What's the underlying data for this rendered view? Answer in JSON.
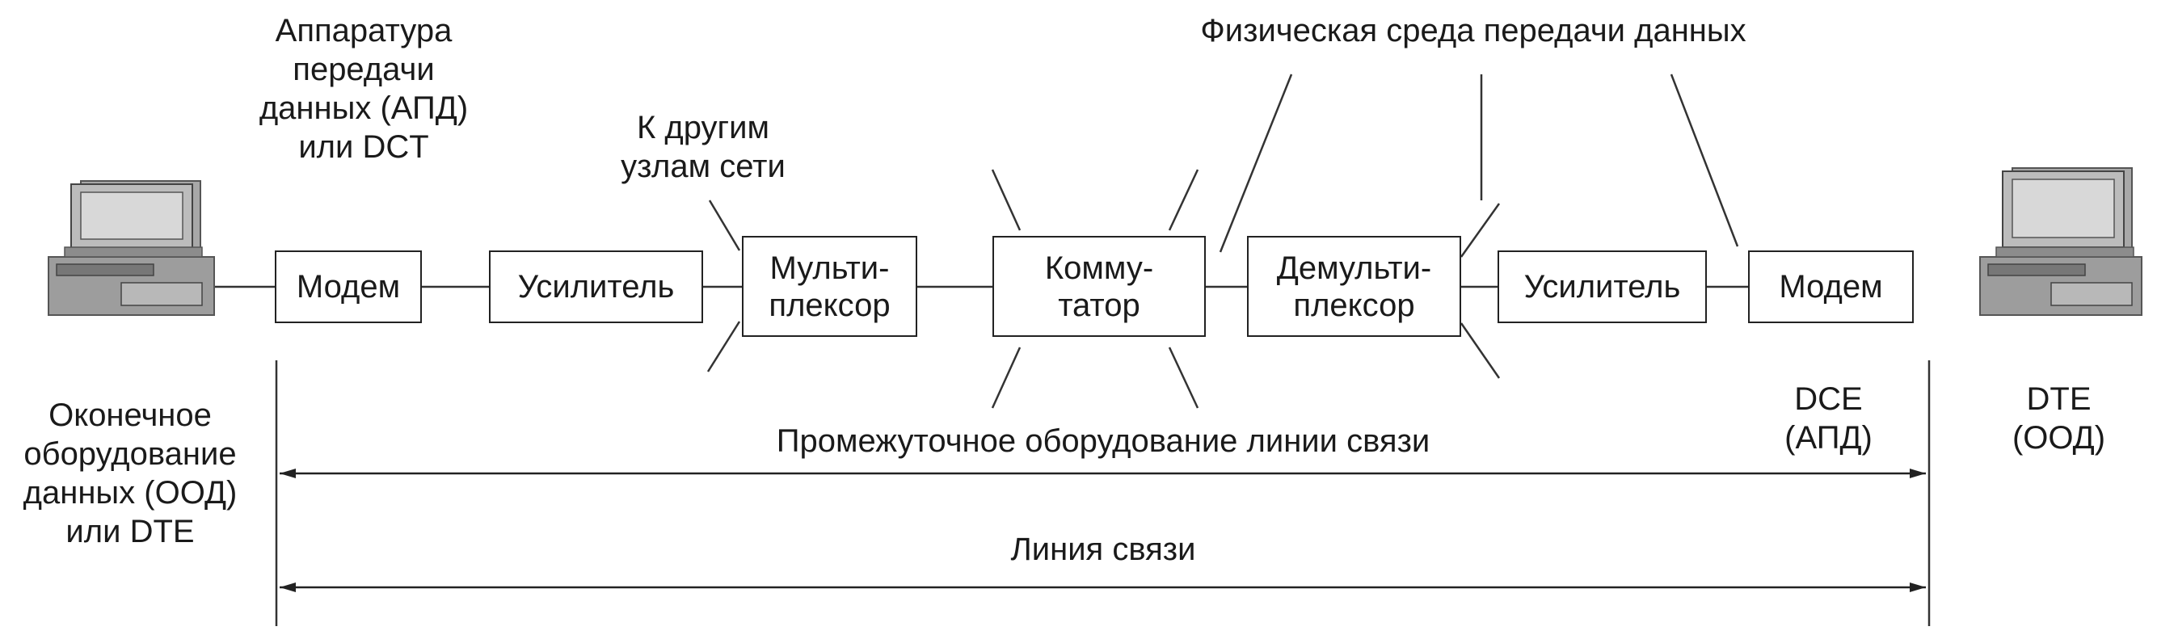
{
  "labels": {
    "apd": "Аппаратура\nпередачи\nданных (АПД)\nили DCT",
    "other_nodes": "К другим\nузлам сети",
    "physical_medium": "Физическая среда передачи данных",
    "ood_left": "Оконечное\nоборудование\nданных (ООД)\nили DTE",
    "intermediate": "Промежуточное оборудование линии связи",
    "dce": "DCE\n(АПД)",
    "dte": "DTE\n(ООД)",
    "line": "Линия связи"
  },
  "blocks": {
    "modem_left": "Модем",
    "amp_left": "Усилитель",
    "mux": "Мульти-\nплексор",
    "switch": "Комму-\nтатор",
    "demux": "Демульти-\nплексор",
    "amp_right": "Усилитель",
    "modem_right": "Модем"
  },
  "icons": {
    "left_computer": "desktop-computer-icon",
    "right_computer": "desktop-computer-icon"
  }
}
